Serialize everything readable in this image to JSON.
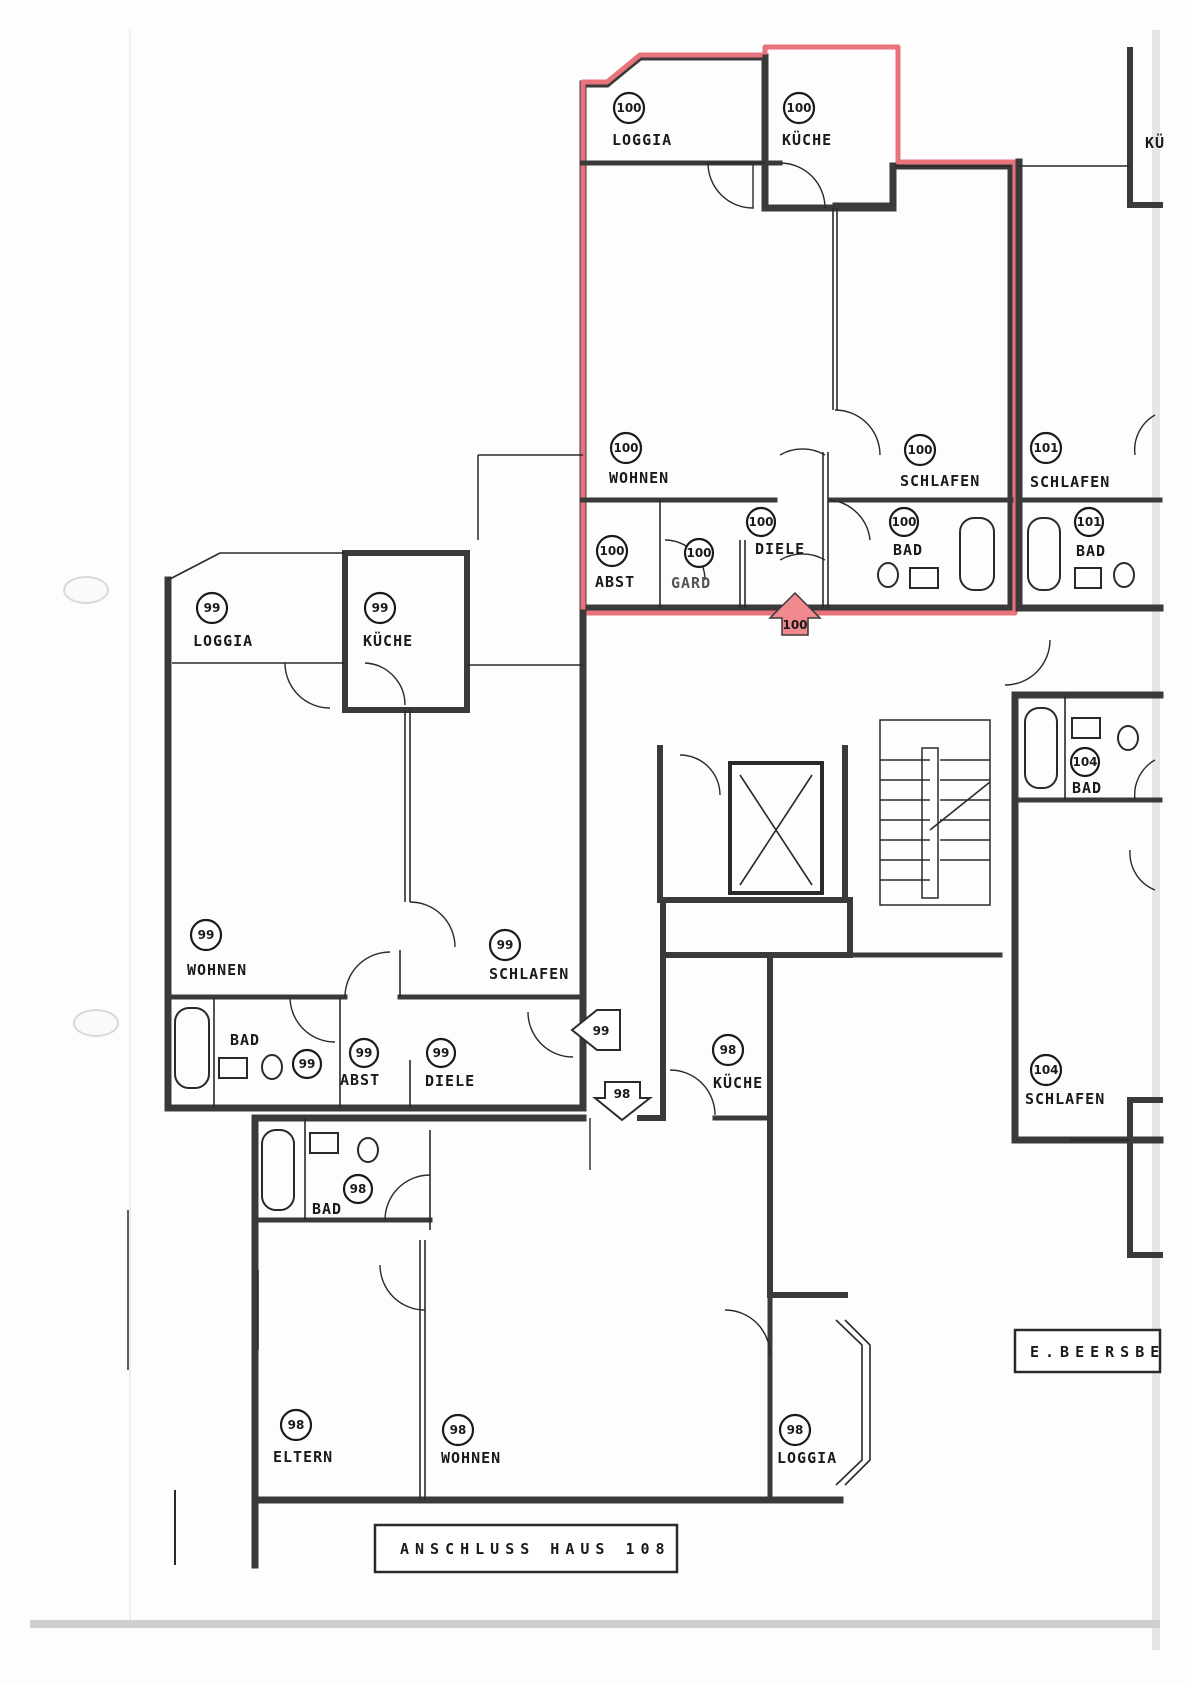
{
  "plan": {
    "highlight_color": "#e8737d",
    "entrance_arrow_color": "#f08a8f",
    "unit_100": {
      "loggia": {
        "num": "100",
        "label": "LOGGIA"
      },
      "kueche": {
        "num": "100",
        "label": "KÜCHE"
      },
      "wohnen": {
        "num": "100",
        "label": "WOHNEN"
      },
      "schlafen": {
        "num": "100",
        "label": "SCHLAFEN"
      },
      "diele": {
        "num": "100",
        "label": "DIELE"
      },
      "bad": {
        "num": "100",
        "label": "BAD"
      },
      "abst": {
        "num": "100",
        "label": "ABST"
      },
      "gard": {
        "num": "100",
        "label": "GARD"
      },
      "entrance": "100"
    },
    "unit_101": {
      "kueche": {
        "label": "KÜ"
      },
      "schlafen": {
        "num": "101",
        "label": "SCHLAFEN"
      },
      "bad": {
        "num": "101",
        "label": "BAD"
      }
    },
    "unit_99": {
      "loggia": {
        "num": "99",
        "label": "LOGGIA"
      },
      "kueche": {
        "num": "99",
        "label": "KÜCHE"
      },
      "wohnen": {
        "num": "99",
        "label": "WOHNEN"
      },
      "schlafen": {
        "num": "99",
        "label": "SCHLAFEN"
      },
      "bad": {
        "num": "99",
        "label": "BAD"
      },
      "abst": {
        "num": "99",
        "label": "ABST"
      },
      "diele": {
        "num": "99",
        "label": "DIELE"
      },
      "entrance": "99"
    },
    "unit_98": {
      "kueche": {
        "num": "98",
        "label": "KÜCHE"
      },
      "bad": {
        "num": "98",
        "label": "BAD"
      },
      "eltern": {
        "num": "98",
        "label": "ELTERN"
      },
      "wohnen": {
        "num": "98",
        "label": "WOHNEN"
      },
      "loggia": {
        "num": "98",
        "label": "LOGGIA"
      },
      "entrance": "98"
    },
    "unit_104": {
      "bad": {
        "num": "104",
        "label": "BAD"
      },
      "schlafen": {
        "num": "104",
        "label": "SCHLAFEN"
      }
    },
    "titles": {
      "bottom": "ANSCHLUSS HAUS 108",
      "right": "E.BEERSBE"
    }
  }
}
